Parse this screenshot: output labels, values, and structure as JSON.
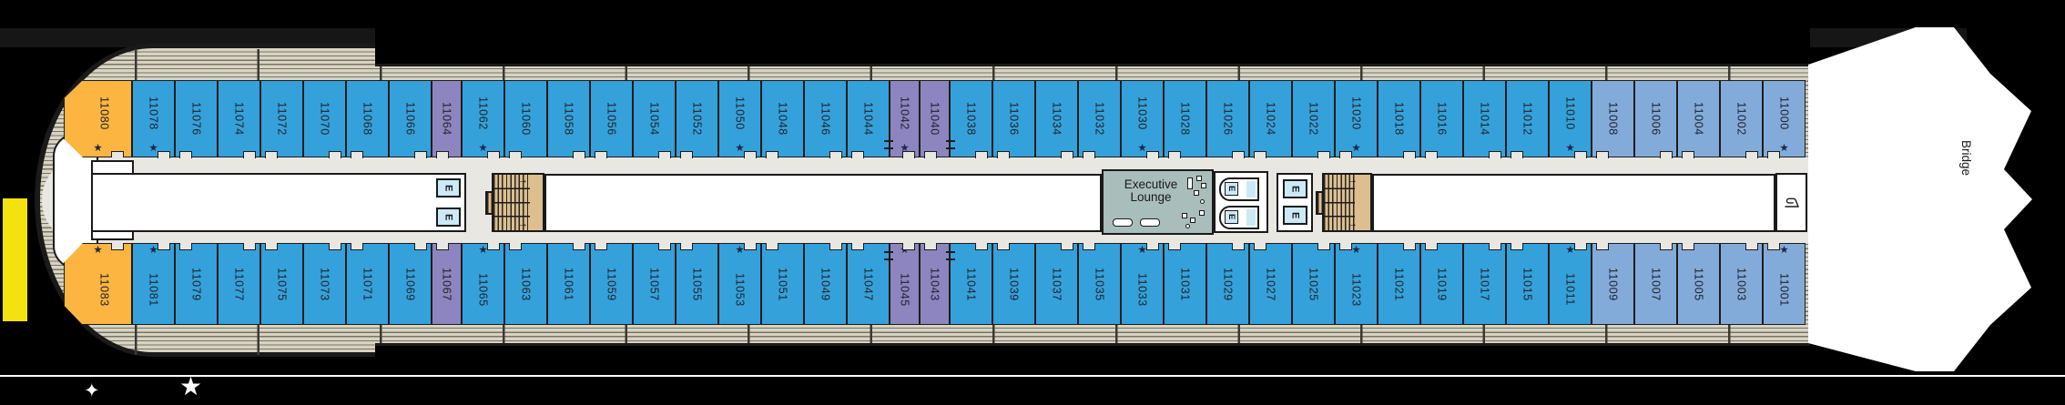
{
  "deck": {
    "bridge_label": "Bridge",
    "lounge": {
      "line1": "Executive",
      "line2": "Lounge"
    }
  },
  "labels": {
    "elevator": "E"
  },
  "legend": {
    "star_glyph": "★",
    "sparkle_glyph": "✦"
  },
  "colors": {
    "blue": "#35A1DA",
    "pale": "#83ABDA",
    "purple": "#8C85BF",
    "gold": "#FBB540",
    "corridor": "#E9E7E2",
    "lounge": "#A9BDBA",
    "elevator": "#CCE9F6",
    "stairs": "#DDBE8F",
    "stripe": "#D8D4C4",
    "star": "#1C2749"
  },
  "cabins": {
    "top_row": [
      {
        "number": "11080",
        "cat": "gold",
        "star": true
      },
      {
        "number": "11078",
        "cat": "blue",
        "star": true
      },
      {
        "number": "11076",
        "cat": "blue"
      },
      {
        "number": "11074",
        "cat": "blue"
      },
      {
        "number": "11072",
        "cat": "blue"
      },
      {
        "number": "11070",
        "cat": "blue"
      },
      {
        "number": "11068",
        "cat": "blue"
      },
      {
        "number": "11066",
        "cat": "blue"
      },
      {
        "number": "11064",
        "cat": "purple"
      },
      {
        "number": "11062",
        "cat": "blue",
        "star": true
      },
      {
        "number": "11060",
        "cat": "blue"
      },
      {
        "number": "11058",
        "cat": "blue"
      },
      {
        "number": "11056",
        "cat": "blue"
      },
      {
        "number": "11054",
        "cat": "blue"
      },
      {
        "number": "11052",
        "cat": "blue"
      },
      {
        "number": "11050",
        "cat": "blue",
        "star": true
      },
      {
        "number": "11048",
        "cat": "blue"
      },
      {
        "number": "11046",
        "cat": "blue"
      },
      {
        "number": "11044",
        "cat": "blue"
      },
      {
        "number": "11042",
        "cat": "purple",
        "star": true,
        "connector": "left"
      },
      {
        "number": "11040",
        "cat": "purple",
        "connector": "right"
      },
      {
        "number": "11038",
        "cat": "blue"
      },
      {
        "number": "11036",
        "cat": "blue"
      },
      {
        "number": "11034",
        "cat": "blue"
      },
      {
        "number": "11032",
        "cat": "blue"
      },
      {
        "number": "11030",
        "cat": "blue",
        "star": true
      },
      {
        "number": "11028",
        "cat": "blue"
      },
      {
        "number": "11026",
        "cat": "blue"
      },
      {
        "number": "11024",
        "cat": "blue"
      },
      {
        "number": "11022",
        "cat": "blue"
      },
      {
        "number": "11020",
        "cat": "blue",
        "star": true
      },
      {
        "number": "11018",
        "cat": "blue"
      },
      {
        "number": "11016",
        "cat": "blue"
      },
      {
        "number": "11014",
        "cat": "blue"
      },
      {
        "number": "11012",
        "cat": "blue"
      },
      {
        "number": "11010",
        "cat": "blue",
        "star": true
      },
      {
        "number": "11008",
        "cat": "pale"
      },
      {
        "number": "11006",
        "cat": "pale"
      },
      {
        "number": "11004",
        "cat": "pale"
      },
      {
        "number": "11002",
        "cat": "pale"
      },
      {
        "number": "11000",
        "cat": "pale",
        "star": true
      }
    ],
    "bottom_row": [
      {
        "number": "11083",
        "cat": "gold",
        "star": true
      },
      {
        "number": "11081",
        "cat": "blue",
        "star": true
      },
      {
        "number": "11079",
        "cat": "blue"
      },
      {
        "number": "11077",
        "cat": "blue"
      },
      {
        "number": "11075",
        "cat": "blue"
      },
      {
        "number": "11073",
        "cat": "blue"
      },
      {
        "number": "11071",
        "cat": "blue"
      },
      {
        "number": "11069",
        "cat": "blue"
      },
      {
        "number": "11067",
        "cat": "purple"
      },
      {
        "number": "11065",
        "cat": "blue",
        "star": true
      },
      {
        "number": "11063",
        "cat": "blue"
      },
      {
        "number": "11061",
        "cat": "blue"
      },
      {
        "number": "11059",
        "cat": "blue"
      },
      {
        "number": "11057",
        "cat": "blue"
      },
      {
        "number": "11055",
        "cat": "blue"
      },
      {
        "number": "11053",
        "cat": "blue",
        "star": true
      },
      {
        "number": "11051",
        "cat": "blue"
      },
      {
        "number": "11049",
        "cat": "blue"
      },
      {
        "number": "11047",
        "cat": "blue"
      },
      {
        "number": "11045",
        "cat": "purple",
        "star": true,
        "connector": "left"
      },
      {
        "number": "11043",
        "cat": "purple",
        "connector": "right"
      },
      {
        "number": "11041",
        "cat": "blue"
      },
      {
        "number": "11039",
        "cat": "blue"
      },
      {
        "number": "11037",
        "cat": "blue"
      },
      {
        "number": "11035",
        "cat": "blue"
      },
      {
        "number": "11033",
        "cat": "blue",
        "star": true
      },
      {
        "number": "11031",
        "cat": "blue"
      },
      {
        "number": "11029",
        "cat": "blue"
      },
      {
        "number": "11027",
        "cat": "blue"
      },
      {
        "number": "11025",
        "cat": "blue"
      },
      {
        "number": "11023",
        "cat": "blue",
        "star": true
      },
      {
        "number": "11021",
        "cat": "blue"
      },
      {
        "number": "11019",
        "cat": "blue"
      },
      {
        "number": "11017",
        "cat": "blue"
      },
      {
        "number": "11015",
        "cat": "blue"
      },
      {
        "number": "11011",
        "cat": "blue",
        "star": true
      },
      {
        "number": "11009",
        "cat": "pale"
      },
      {
        "number": "11007",
        "cat": "pale"
      },
      {
        "number": "11005",
        "cat": "pale"
      },
      {
        "number": "11003",
        "cat": "pale"
      },
      {
        "number": "11001",
        "cat": "pale",
        "star": true
      }
    ]
  }
}
